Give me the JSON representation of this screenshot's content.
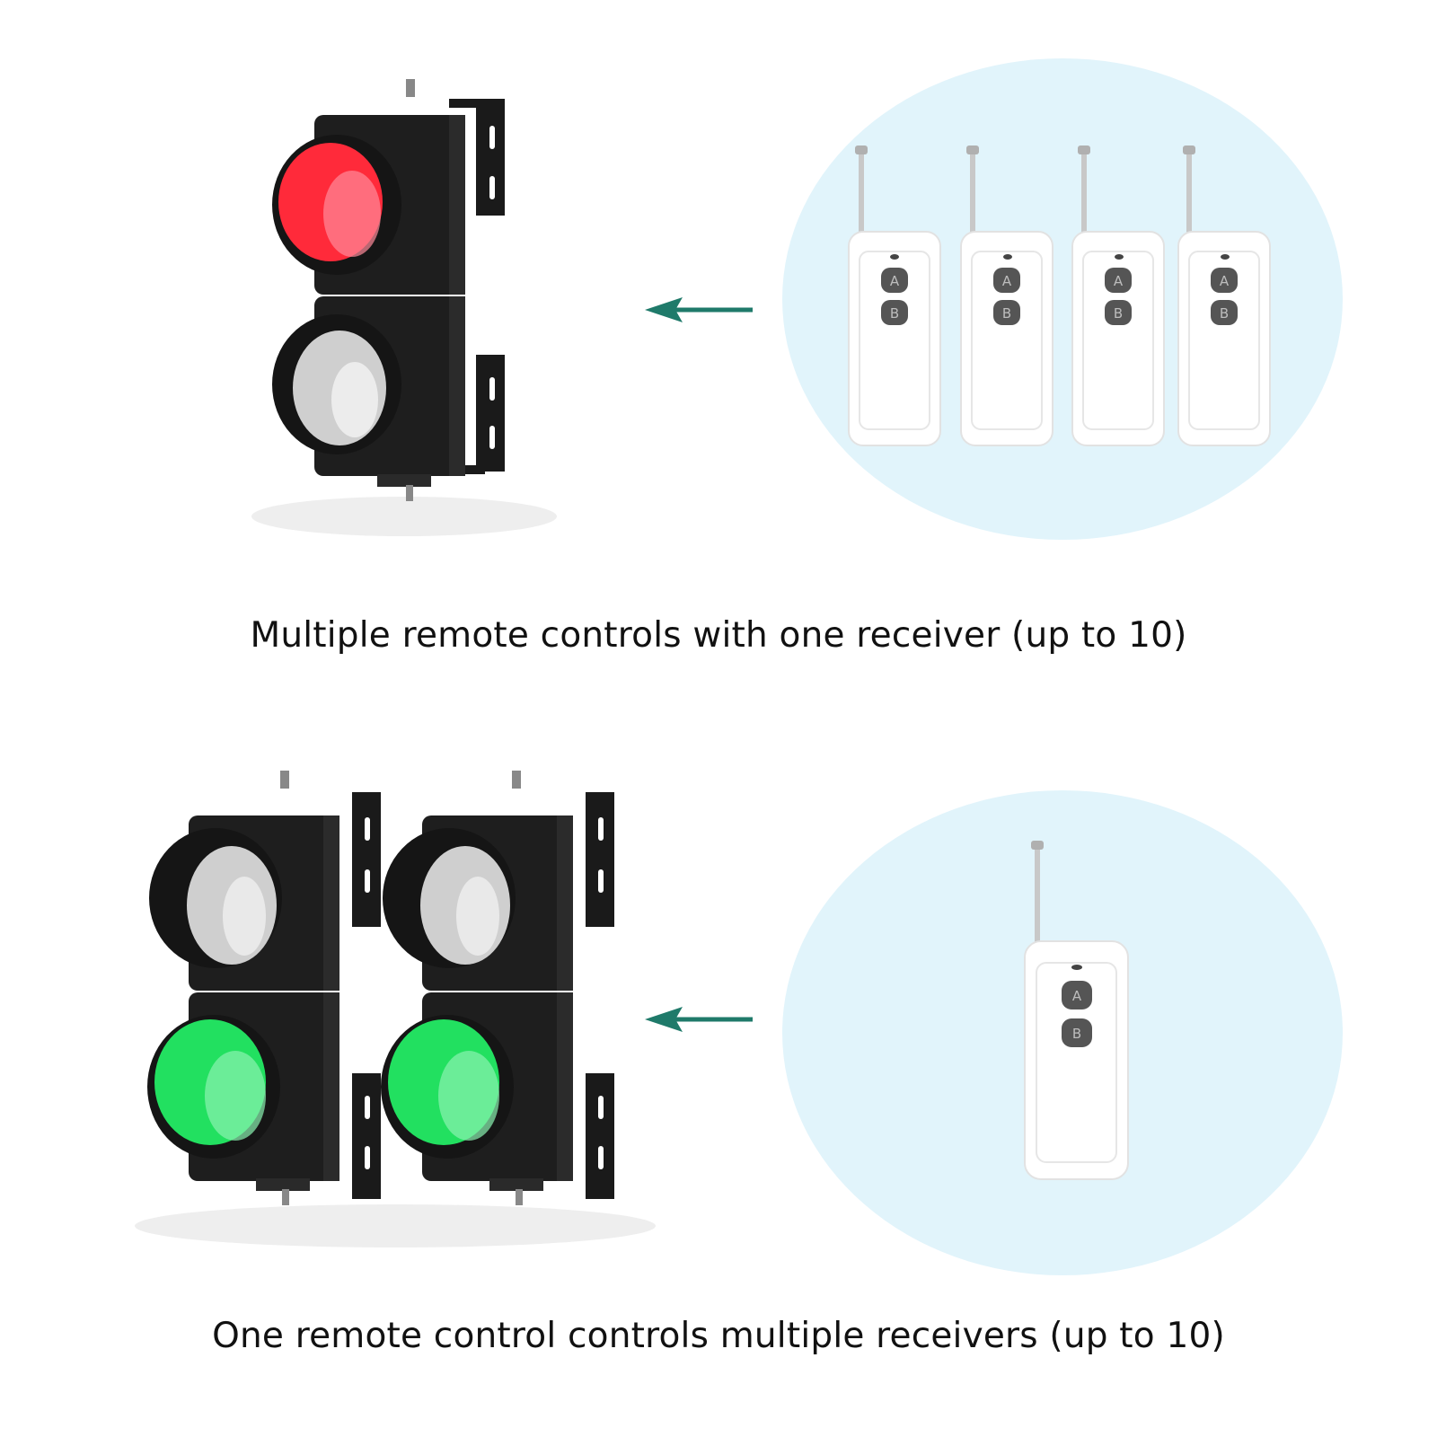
{
  "sections": [
    {
      "caption": "Multiple remote controls with one receiver (up to 10)",
      "light_colors": [
        "#ff2a3a",
        "#cfcfcf"
      ],
      "remote_count": 4
    },
    {
      "caption": "One remote control controls multiple receivers (up to 10)",
      "light_colors": [
        "#cfcfcf",
        "#22e060"
      ],
      "remote_count": 1
    }
  ],
  "remote": {
    "button_a": "A",
    "button_b": "B"
  },
  "colors": {
    "circle_bg": "#e1f4fb",
    "arrow": "#1f7a6a",
    "housing": "#1c1c1c",
    "remote_body": "#ffffff"
  }
}
